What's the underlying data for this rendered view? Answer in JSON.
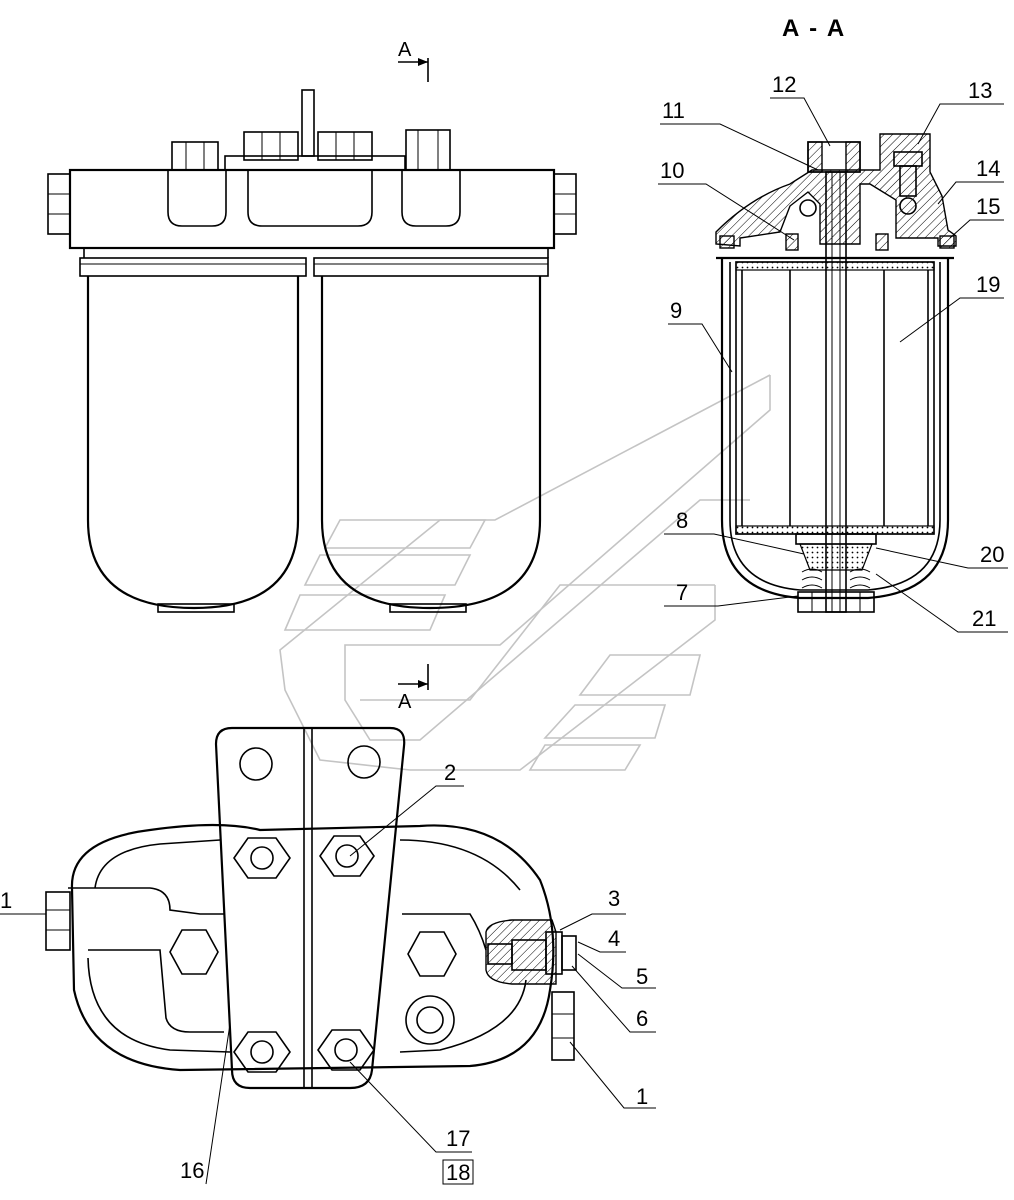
{
  "section_title": "A - A",
  "section_marks": [
    "A",
    "A"
  ],
  "callouts": [
    "1",
    "1",
    "2",
    "3",
    "4",
    "5",
    "6",
    "7",
    "8",
    "9",
    "10",
    "11",
    "12",
    "13",
    "14",
    "15",
    "16",
    "17",
    "18",
    "19",
    "20",
    "21"
  ]
}
